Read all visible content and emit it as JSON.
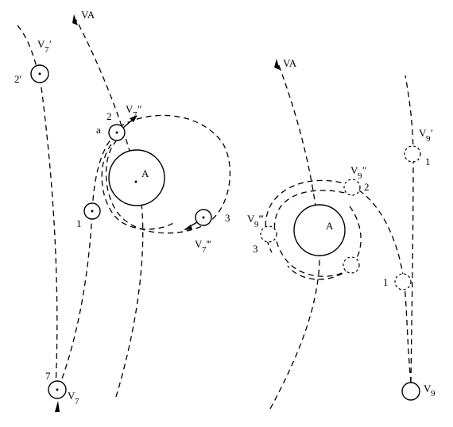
{
  "left_diagram": {
    "vessel_label": "VA",
    "target_label": "A",
    "point_labels": {
      "p7": "7",
      "p1": "1",
      "p2": "2",
      "p2prime": "2′",
      "p3": "3",
      "pa": "a"
    },
    "vessel_labels": {
      "v7": "V",
      "v7_sub": "7",
      "v7prime": "V",
      "v7prime_sub": "7",
      "v7prime_mark": "′",
      "v7dprime": "V",
      "v7dprime_sub": "7",
      "v7dprime_mark": "″",
      "v7tprime": "V",
      "v7tprime_sub": "7",
      "v7tprime_mark": "‴"
    }
  },
  "right_diagram": {
    "vessel_label": "VA",
    "target_label": "A",
    "point_labels": {
      "p1": "1",
      "p2": "2",
      "p3": "3"
    },
    "vessel_labels": {
      "v9": "V",
      "v9_sub": "9",
      "v9prime": "V",
      "v9prime_sub": "9",
      "v9prime_mark": "′",
      "v9dprime": "V",
      "v9dprime_sub": "9",
      "v9dprime_mark": "″",
      "v9tprime": "V",
      "v9tprime_sub": "9",
      "v9tprime_mark": "‴"
    }
  }
}
